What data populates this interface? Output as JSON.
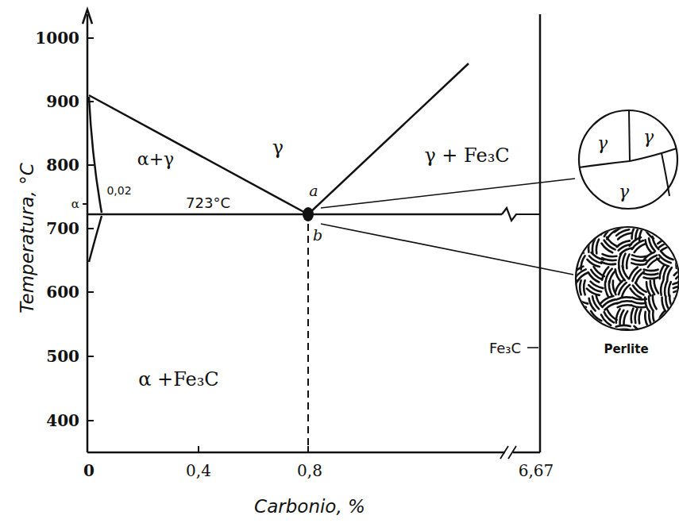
{
  "diagram": {
    "nodes": [
      {
        "text": [
          "γ",
          "γ",
          "γ"
        ]
      },
      {
        "text": [
          "Perlite"
        ]
      }
    ],
    "labels": [
      "1000",
      "900",
      "800",
      "700",
      "600",
      "500",
      "400",
      "α",
      "0",
      "0,4",
      "0,8",
      "6,67",
      "Temperatura, °C",
      "Carbonio, %",
      "γ",
      "α+γ",
      "0,02",
      "723°C",
      "a",
      "b",
      "γ + Fe₃C",
      "α +Fe₃C",
      "Fe₃C"
    ]
  }
}
